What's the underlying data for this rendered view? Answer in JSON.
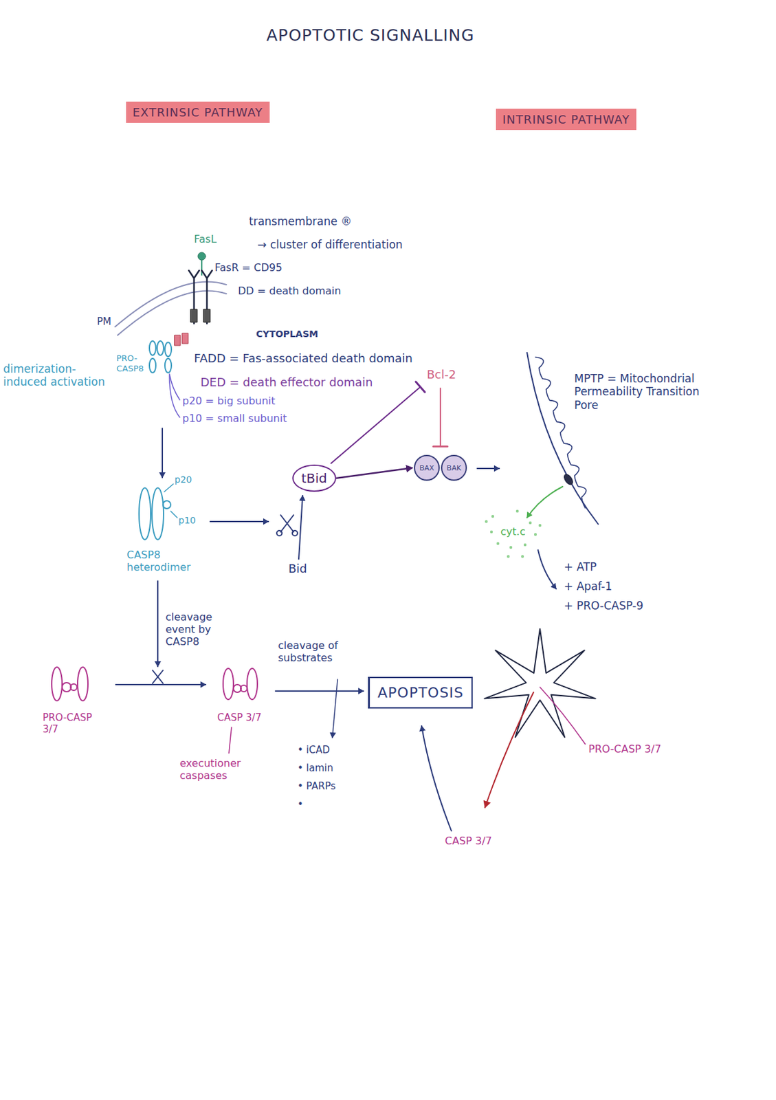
{
  "diagram": {
    "title": "APOPTOTIC SIGNALLING",
    "nodes": [
      {
        "text": [
          "EXTRINSIC PATHWAY"
        ]
      },
      {
        "text": [
          "INTRINSIC PATHWAY"
        ]
      },
      {
        "text": [
          "tBid"
        ]
      },
      {
        "text": [
          "BAX"
        ]
      },
      {
        "text": [
          "BAK"
        ]
      },
      {
        "text": [
          "APOPTOSIS"
        ]
      }
    ],
    "edges": [
      {
        "from": 2,
        "to": 3,
        "arrow": "to"
      }
    ],
    "labels": [
      "FasL",
      "transmembrane ®",
      "→ cluster of differentiation",
      "FasR = CD95",
      "DD = death domain",
      "PM",
      "CYTOPLASM",
      "FADD = Fas-associated death domain",
      "DED = death effector domain",
      "p20 = big subunit",
      "p10 = small subunit",
      "PRO-CASP8",
      "dimerization-induced activation",
      "p20",
      "p10",
      "CASP8 heterodimer",
      "Bid",
      "Bcl-2",
      "MPTP = Mitochondrial Permeability Transition Pore",
      "cyt.c",
      "+ ATP",
      "+ Apaf-1",
      "+ PRO-CASP-9",
      "cleavage event by CASP8",
      "PRO-CASP 3/7",
      "CASP 3/7",
      "executioner caspases",
      "cleavage of substrates",
      "• iCAD",
      "• lamin",
      "• PARPs",
      "•",
      "PRO-CASP 3/7",
      "CASP 3/7"
    ]
  }
}
